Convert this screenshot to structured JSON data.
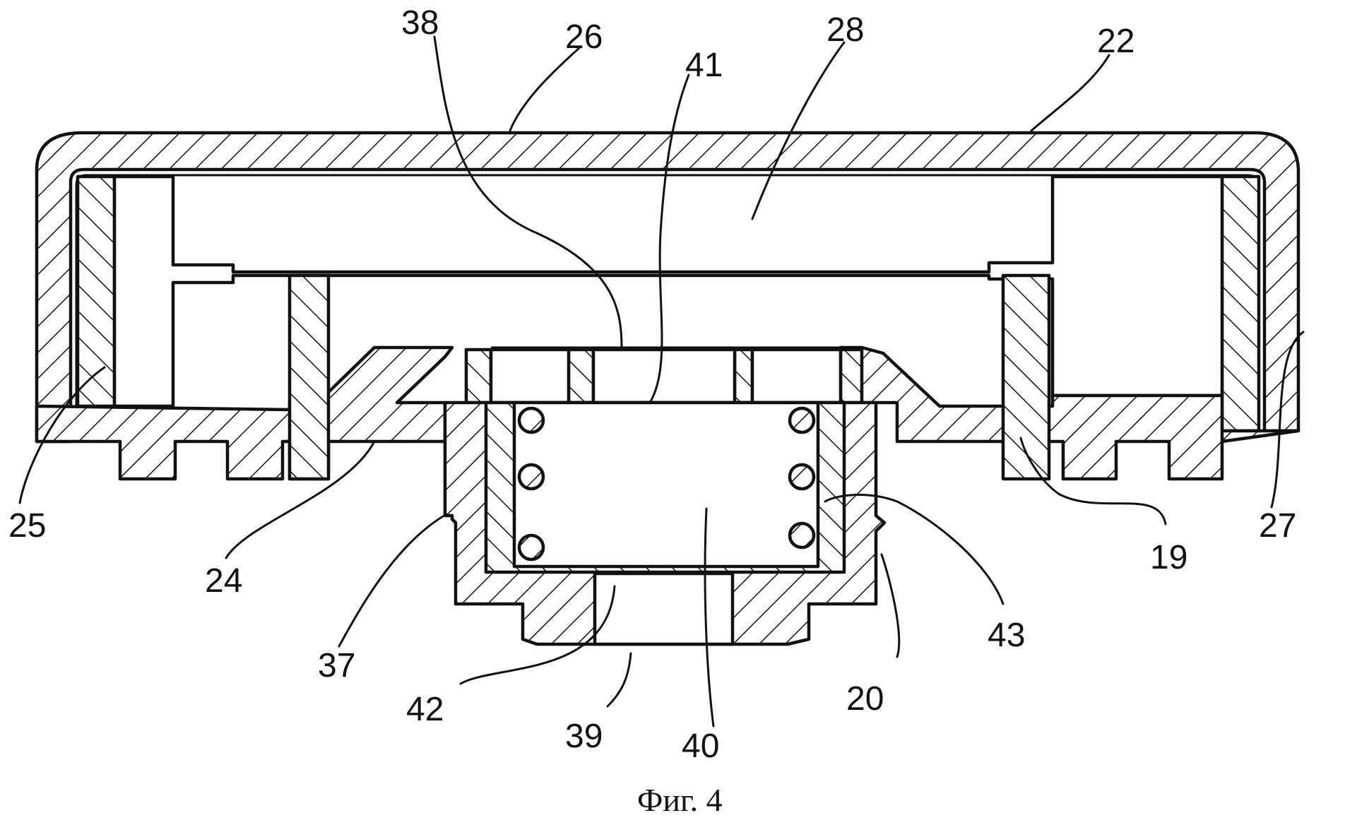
{
  "figure": {
    "caption": "Фиг. 4",
    "background": "#ffffff",
    "ink": "#111111"
  },
  "labels": {
    "l38": "38",
    "l26": "26",
    "l41": "41",
    "l28": "28",
    "l22": "22",
    "l25": "25",
    "l24": "24",
    "l37": "37",
    "l42": "42",
    "l39": "39",
    "l40": "40",
    "l20": "20",
    "l43": "43",
    "l19": "19",
    "l27": "27"
  }
}
